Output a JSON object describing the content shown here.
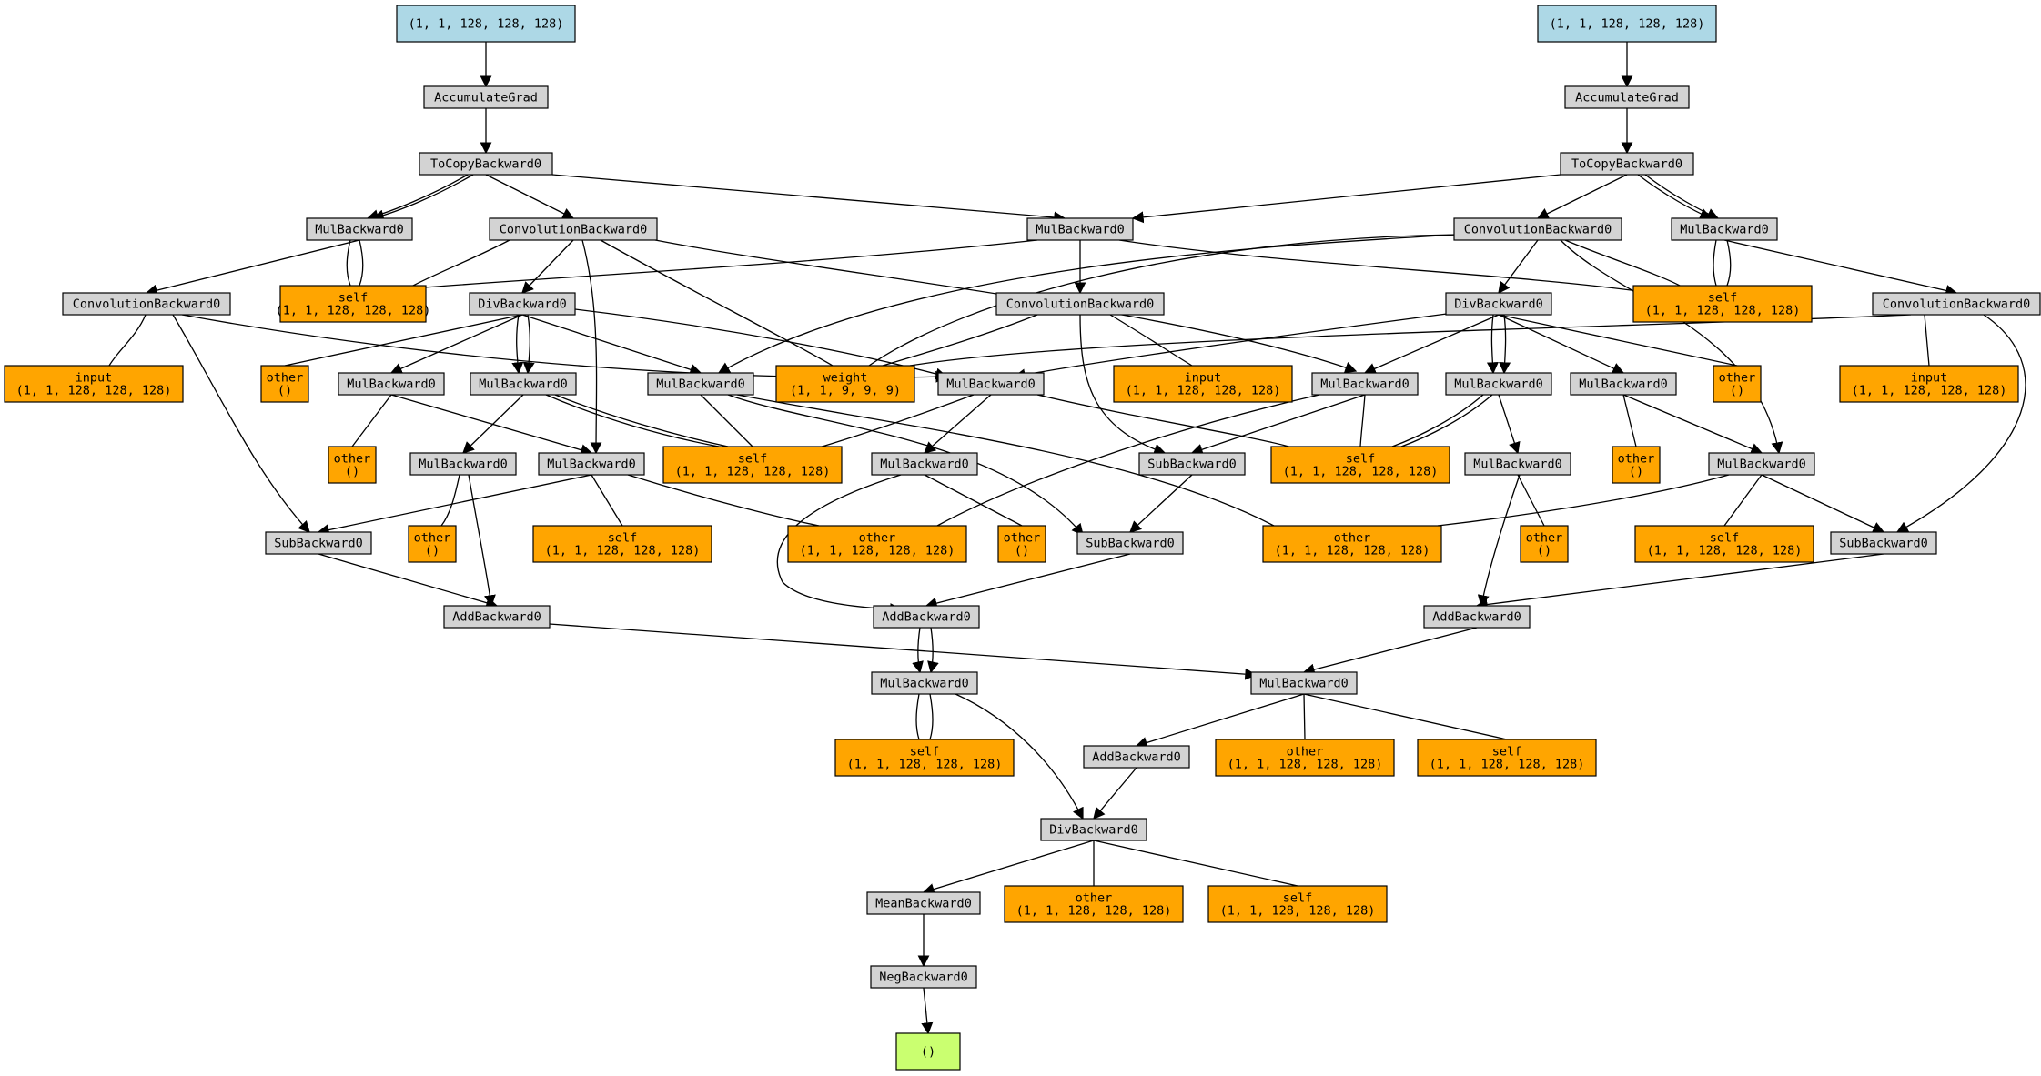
{
  "graph": {
    "colors": {
      "input": "#add8e6",
      "op": "#d3d3d3",
      "saved": "#ffa500",
      "output": "#caff70",
      "stroke": "#000000"
    },
    "nodes": [
      {
        "id": "inA",
        "kind": "input",
        "lines": [
          "(1, 1, 128, 128, 128)"
        ]
      },
      {
        "id": "inB",
        "kind": "input",
        "lines": [
          "(1, 1, 128, 128, 128)"
        ]
      },
      {
        "id": "accA",
        "kind": "op",
        "lines": [
          "AccumulateGrad"
        ]
      },
      {
        "id": "accB",
        "kind": "op",
        "lines": [
          "AccumulateGrad"
        ]
      },
      {
        "id": "copyA",
        "kind": "op",
        "lines": [
          "ToCopyBackward0"
        ]
      },
      {
        "id": "copyB",
        "kind": "op",
        "lines": [
          "ToCopyBackward0"
        ]
      },
      {
        "id": "mulA",
        "kind": "op",
        "lines": [
          "MulBackward0"
        ]
      },
      {
        "id": "convA2",
        "kind": "op",
        "lines": [
          "ConvolutionBackward0"
        ]
      },
      {
        "id": "mulC",
        "kind": "op",
        "lines": [
          "MulBackward0"
        ]
      },
      {
        "id": "convB2",
        "kind": "op",
        "lines": [
          "ConvolutionBackward0"
        ]
      },
      {
        "id": "mulB",
        "kind": "op",
        "lines": [
          "MulBackward0"
        ]
      },
      {
        "id": "convA",
        "kind": "op",
        "lines": [
          "ConvolutionBackward0"
        ]
      },
      {
        "id": "selfA",
        "kind": "saved",
        "lines": [
          "self",
          "(1, 1, 128, 128, 128)"
        ]
      },
      {
        "id": "divA",
        "kind": "op",
        "lines": [
          "DivBackward0"
        ]
      },
      {
        "id": "convC",
        "kind": "op",
        "lines": [
          "ConvolutionBackward0"
        ]
      },
      {
        "id": "divB",
        "kind": "op",
        "lines": [
          "DivBackward0"
        ]
      },
      {
        "id": "selfB",
        "kind": "saved",
        "lines": [
          "self",
          "(1, 1, 128, 128, 128)"
        ]
      },
      {
        "id": "convB",
        "kind": "op",
        "lines": [
          "ConvolutionBackward0"
        ]
      },
      {
        "id": "inputA",
        "kind": "saved",
        "lines": [
          "input",
          "(1, 1, 128, 128, 128)"
        ]
      },
      {
        "id": "otherA1",
        "kind": "saved",
        "lines": [
          "other",
          "()"
        ]
      },
      {
        "id": "mulA1",
        "kind": "op",
        "lines": [
          "MulBackward0"
        ]
      },
      {
        "id": "mulA2",
        "kind": "op",
        "lines": [
          "MulBackward0"
        ]
      },
      {
        "id": "mulX",
        "kind": "op",
        "lines": [
          "MulBackward0"
        ]
      },
      {
        "id": "weight",
        "kind": "saved",
        "lines": [
          "weight",
          "(1, 1, 9, 9, 9)"
        ]
      },
      {
        "id": "mulY",
        "kind": "op",
        "lines": [
          "MulBackward0"
        ]
      },
      {
        "id": "inputC",
        "kind": "saved",
        "lines": [
          "input",
          "(1, 1, 128, 128, 128)"
        ]
      },
      {
        "id": "mulB1",
        "kind": "op",
        "lines": [
          "MulBackward0"
        ]
      },
      {
        "id": "mulB2",
        "kind": "op",
        "lines": [
          "MulBackward0"
        ]
      },
      {
        "id": "mulB3",
        "kind": "op",
        "lines": [
          "MulBackward0"
        ]
      },
      {
        "id": "otherB1",
        "kind": "saved",
        "lines": [
          "other",
          "()"
        ]
      },
      {
        "id": "inputB",
        "kind": "saved",
        "lines": [
          "input",
          "(1, 1, 128, 128, 128)"
        ]
      },
      {
        "id": "otherA2",
        "kind": "saved",
        "lines": [
          "other",
          "()"
        ]
      },
      {
        "id": "mulA4",
        "kind": "op",
        "lines": [
          "MulBackward0"
        ]
      },
      {
        "id": "mulA3",
        "kind": "op",
        "lines": [
          "MulBackward0"
        ]
      },
      {
        "id": "selfX",
        "kind": "saved",
        "lines": [
          "self",
          "(1, 1, 128, 128, 128)"
        ]
      },
      {
        "id": "mulZ",
        "kind": "op",
        "lines": [
          "MulBackward0"
        ]
      },
      {
        "id": "subM",
        "kind": "op",
        "lines": [
          "SubBackward0"
        ]
      },
      {
        "id": "selfY",
        "kind": "saved",
        "lines": [
          "self",
          "(1, 1, 128, 128, 128)"
        ]
      },
      {
        "id": "mulB5",
        "kind": "op",
        "lines": [
          "MulBackward0"
        ]
      },
      {
        "id": "otherB2",
        "kind": "saved",
        "lines": [
          "other",
          "()"
        ]
      },
      {
        "id": "mulB4",
        "kind": "op",
        "lines": [
          "MulBackward0"
        ]
      },
      {
        "id": "subA",
        "kind": "op",
        "lines": [
          "SubBackward0"
        ]
      },
      {
        "id": "otherA3",
        "kind": "saved",
        "lines": [
          "other",
          "()"
        ]
      },
      {
        "id": "selfA3",
        "kind": "saved",
        "lines": [
          "self",
          "(1, 1, 128, 128, 128)"
        ]
      },
      {
        "id": "otherM1",
        "kind": "saved",
        "lines": [
          "other",
          "(1, 1, 128, 128, 128)"
        ]
      },
      {
        "id": "otherZ",
        "kind": "saved",
        "lines": [
          "other",
          "()"
        ]
      },
      {
        "id": "subN",
        "kind": "op",
        "lines": [
          "SubBackward0"
        ]
      },
      {
        "id": "otherM2",
        "kind": "saved",
        "lines": [
          "other",
          "(1, 1, 128, 128, 128)"
        ]
      },
      {
        "id": "otherB3",
        "kind": "saved",
        "lines": [
          "other",
          "()"
        ]
      },
      {
        "id": "selfB4",
        "kind": "saved",
        "lines": [
          "self",
          "(1, 1, 128, 128, 128)"
        ]
      },
      {
        "id": "subB",
        "kind": "op",
        "lines": [
          "SubBackward0"
        ]
      },
      {
        "id": "addA",
        "kind": "op",
        "lines": [
          "AddBackward0"
        ]
      },
      {
        "id": "addM",
        "kind": "op",
        "lines": [
          "AddBackward0"
        ]
      },
      {
        "id": "addB",
        "kind": "op",
        "lines": [
          "AddBackward0"
        ]
      },
      {
        "id": "mulSq",
        "kind": "op",
        "lines": [
          "MulBackward0"
        ]
      },
      {
        "id": "mulW",
        "kind": "op",
        "lines": [
          "MulBackward0"
        ]
      },
      {
        "id": "selfSq",
        "kind": "saved",
        "lines": [
          "self",
          "(1, 1, 128, 128, 128)"
        ]
      },
      {
        "id": "addC",
        "kind": "op",
        "lines": [
          "AddBackward0"
        ]
      },
      {
        "id": "otherW",
        "kind": "saved",
        "lines": [
          "other",
          "(1, 1, 128, 128, 128)"
        ]
      },
      {
        "id": "selfW",
        "kind": "saved",
        "lines": [
          "self",
          "(1, 1, 128, 128, 128)"
        ]
      },
      {
        "id": "divF",
        "kind": "op",
        "lines": [
          "DivBackward0"
        ]
      },
      {
        "id": "mean",
        "kind": "op",
        "lines": [
          "MeanBackward0"
        ]
      },
      {
        "id": "otherF",
        "kind": "saved",
        "lines": [
          "other",
          "(1, 1, 128, 128, 128)"
        ]
      },
      {
        "id": "selfF",
        "kind": "saved",
        "lines": [
          "self",
          "(1, 1, 128, 128, 128)"
        ]
      },
      {
        "id": "neg",
        "kind": "op",
        "lines": [
          "NegBackward0"
        ]
      },
      {
        "id": "out",
        "kind": "output",
        "lines": [
          "()"
        ]
      }
    ]
  }
}
